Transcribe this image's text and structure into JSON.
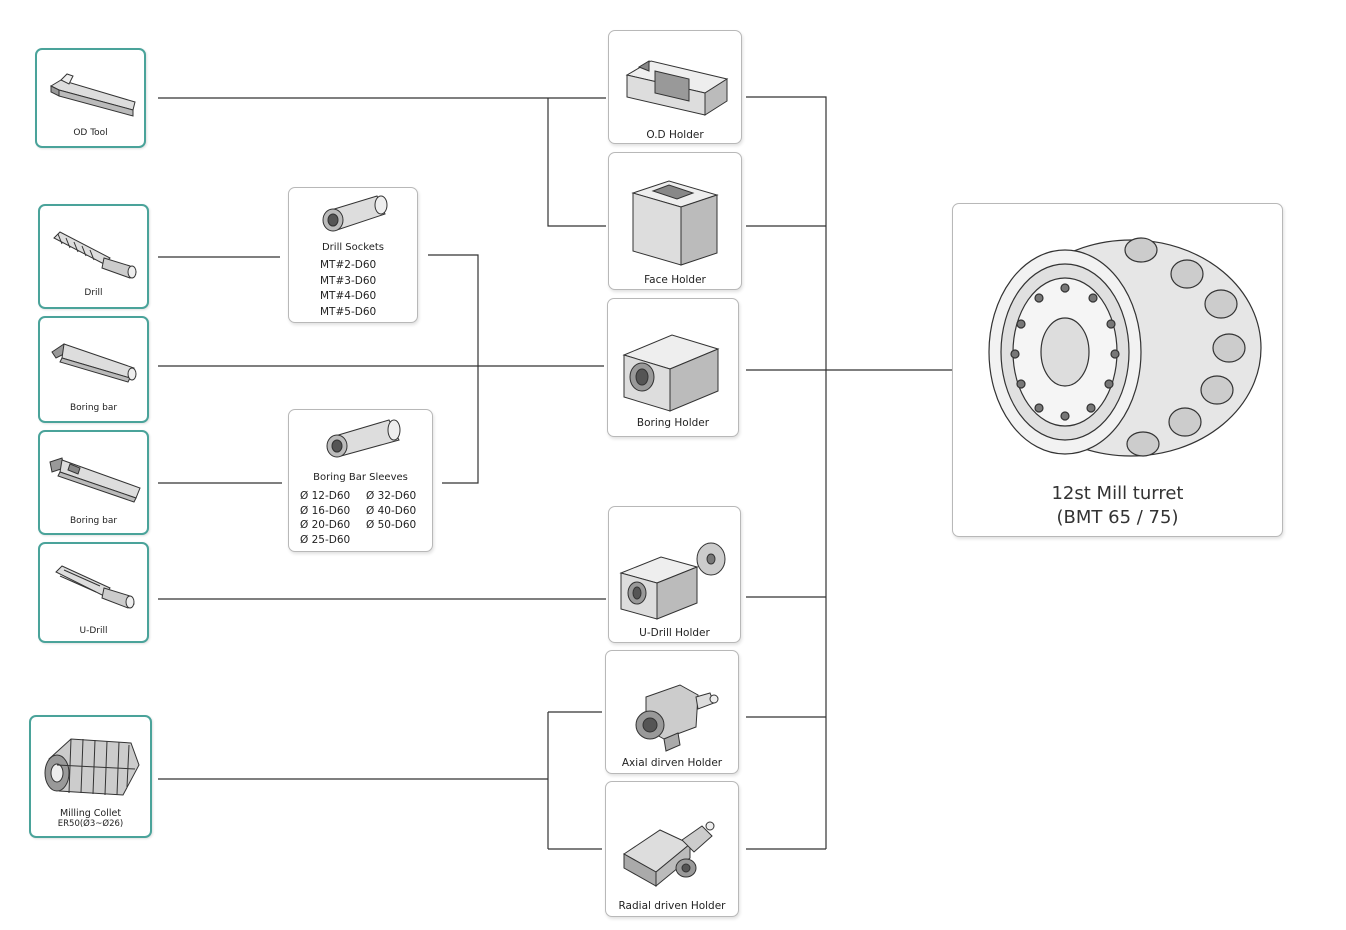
{
  "tools": {
    "od_tool": "OD Tool",
    "drill": "Drill",
    "boring_bar_1": "Boring bar",
    "boring_bar_2": "Boring bar",
    "u_drill": "U-Drill",
    "milling_collet_line1": "Milling Collet",
    "milling_collet_line2": "ER50(Ø3~Ø26)"
  },
  "adapters": {
    "drill_sockets": {
      "title": "Drill Sockets",
      "specs": [
        "MT#2-D60",
        "MT#3-D60",
        "MT#4-D60",
        "MT#5-D60"
      ]
    },
    "boring_bar_sleeves": {
      "title": "Boring Bar Sleeves",
      "specs_left": [
        "Ø 12-D60",
        "Ø 16-D60",
        "Ø 20-D60",
        "Ø 25-D60"
      ],
      "specs_right": [
        "Ø 32-D60",
        "Ø 40-D60",
        "Ø 50-D60"
      ]
    }
  },
  "holders": {
    "od_holder": "O.D Holder",
    "face_holder": "Face Holder",
    "boring_holder": "Boring Holder",
    "u_drill_holder": "U-Drill Holder",
    "axial_driven_holder": "Axial dirven Holder",
    "radial_driven_holder": "Radial driven Holder"
  },
  "turret": {
    "title_line1": "12st Mill turret",
    "title_line2": "(BMT 65 / 75)"
  },
  "colors": {
    "tool_border": "#4aa39a",
    "holder_border": "#b8b8b8",
    "connector": "#333333"
  }
}
